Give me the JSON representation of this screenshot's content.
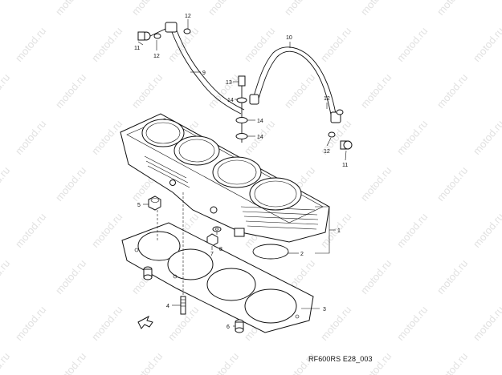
{
  "watermark": "motod.ru",
  "reference_code": "RF600RS E28_003",
  "part_labels": {
    "p1": "1",
    "p2": "2",
    "p3": "3",
    "p4": "4",
    "p5": "5",
    "p6": "6",
    "p7": "7",
    "p8": "8",
    "p9": "9",
    "p10": "10",
    "p11_left": "11",
    "p11_right": "11",
    "p12_left_top": "12",
    "p12_left_bottom": "12",
    "p12_right_top": "12",
    "p12_right_bottom": "12",
    "p13": "13",
    "p14_a": "14",
    "p14_b": "14",
    "p14_c": "14"
  },
  "icons": [
    "front-direction-arrow-icon"
  ],
  "colors": {
    "line": "#111111",
    "watermark": "#e2e2e2",
    "background": "#ffffff"
  }
}
